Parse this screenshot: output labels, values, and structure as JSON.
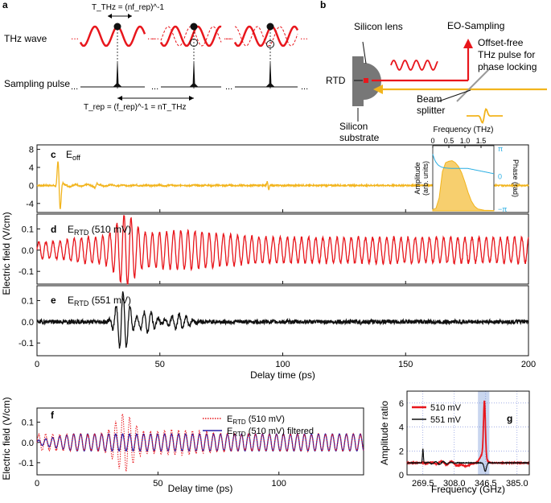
{
  "panel_labels": {
    "a": "a",
    "b": "b",
    "c": "c",
    "d": "d",
    "e": "e",
    "f": "f",
    "g": "g"
  },
  "panel_a": {
    "thz_wave_label": "THz wave",
    "sampling_pulse_label": "Sampling pulse",
    "t_thz_formula": "T_THz = (nf_rep)^-1",
    "t_rep_formula": "T_rep = (f_rep)^-1 = nT_THz"
  },
  "panel_b": {
    "silicon_lens": "Silicon lens",
    "eo_sampling": "EO-Sampling",
    "rtd": "RTD",
    "offset_free_1": "Offset-free",
    "offset_free_2": "THz pulse for",
    "offset_free_3": "phase locking",
    "beam": "Beam",
    "splitter": "splitter",
    "silicon": "Silicon",
    "substrate": "substrate"
  },
  "colors": {
    "red": "#e8161c",
    "orange": "#f2b41c",
    "orange_fill": "#f7cf6e",
    "cyan": "#29aee3",
    "blue": "#2a1fa6",
    "black": "#111111",
    "band": "#c9d6ef"
  },
  "chart_data": [
    {
      "id": "c",
      "type": "line",
      "series": [
        {
          "name": "E_off",
          "color": "#f2b41c"
        }
      ],
      "xlim": [
        0,
        200
      ],
      "ylim": [
        -6,
        9
      ],
      "yticks": [
        -4,
        0,
        4,
        8
      ],
      "annotation": "E_off"
    },
    {
      "id": "c-inset",
      "type": "area",
      "xlabel": "Frequency (THz)",
      "xticks": [
        0,
        0.5,
        1.0,
        1.5
      ],
      "ylabel_left": "Amplitude (arb. units)",
      "ylabel_right": "Phase (rad)",
      "phase_ticks": [
        "π",
        "0",
        "−π"
      ],
      "amplitude_points": [
        [
          0,
          0.02
        ],
        [
          0.1,
          0.04
        ],
        [
          0.2,
          0.2
        ],
        [
          0.3,
          0.6
        ],
        [
          0.4,
          0.74
        ],
        [
          0.5,
          0.76
        ],
        [
          0.6,
          0.77
        ],
        [
          0.7,
          0.74
        ],
        [
          0.8,
          0.68
        ],
        [
          0.9,
          0.58
        ],
        [
          1.0,
          0.44
        ],
        [
          1.1,
          0.28
        ],
        [
          1.2,
          0.15
        ],
        [
          1.3,
          0.07
        ],
        [
          1.4,
          0.03
        ],
        [
          1.6,
          0.01
        ],
        [
          1.9,
          0.005
        ]
      ]
    },
    {
      "id": "d",
      "type": "line",
      "series": [
        {
          "name": "E_RTD (510 mV)",
          "color": "#e8161c"
        }
      ],
      "xlim": [
        0,
        200
      ],
      "ylim": [
        -0.16,
        0.17
      ],
      "yticks": [
        -0.1,
        0.0,
        0.1
      ],
      "annotation": "E_RTD (510 mV)"
    },
    {
      "id": "e",
      "type": "line",
      "series": [
        {
          "name": "E_RTD (551 mV)",
          "color": "#111111"
        }
      ],
      "xlim": [
        0,
        200
      ],
      "ylim": [
        -0.16,
        0.17
      ],
      "yticks": [
        -0.1,
        0.0,
        0.1
      ],
      "xticks": [
        0,
        50,
        100,
        150,
        200
      ],
      "xlabel": "Delay time (ps)",
      "annotation": "E_RTD (551 mV)"
    },
    {
      "id": "f",
      "type": "line",
      "series": [
        {
          "name": "E_RTD (510 mV)",
          "color": "#e8161c"
        },
        {
          "name": "E_RTD (510 mV) filtered",
          "color": "#2a1fa6"
        }
      ],
      "xlim": [
        0,
        135
      ],
      "ylim": [
        -0.16,
        0.17
      ],
      "yticks": [
        -0.1,
        0.0,
        0.1
      ],
      "xticks": [
        0,
        50,
        100
      ],
      "xlabel": "Delay time (ps)",
      "legend": "top-right"
    },
    {
      "id": "g",
      "type": "line",
      "series": [
        {
          "name": "510 mV",
          "color": "#e8161c"
        },
        {
          "name": "551 mV",
          "color": "#111111"
        }
      ],
      "xlim": [
        250,
        400
      ],
      "ylim": [
        0,
        7
      ],
      "yticks": [
        0,
        2,
        4,
        6
      ],
      "xticks": [
        269.5,
        308.0,
        346.5,
        385.0
      ],
      "xlabel": "Frequency (GHz)",
      "ylabel": "Amplitude ratio",
      "highlight_band": [
        337,
        351
      ]
    }
  ],
  "shared_ylabel": "Electric field (V/cm)",
  "f_ylabel": "Electric field (V/cm)"
}
